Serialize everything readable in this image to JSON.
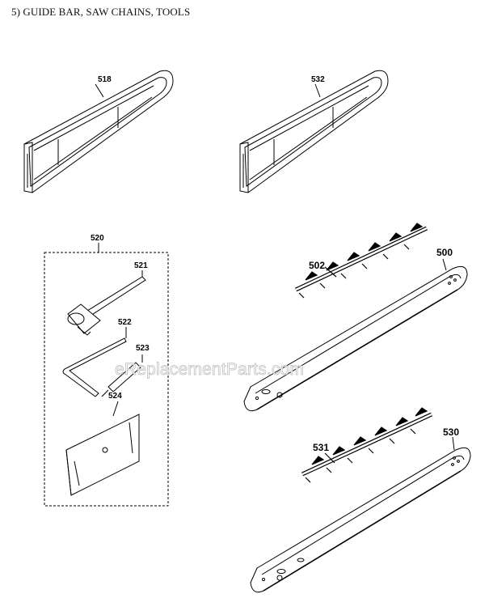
{
  "title": "5)  GUIDE BAR, SAW CHAINS, TOOLS",
  "watermark": "eReplacementParts.com",
  "callouts": {
    "c518": "518",
    "c532": "532",
    "c520": "520",
    "c521": "521",
    "c522": "522",
    "c523": "523",
    "c524": "524",
    "c502": "502",
    "c500": "500",
    "c531": "531",
    "c530": "530"
  }
}
